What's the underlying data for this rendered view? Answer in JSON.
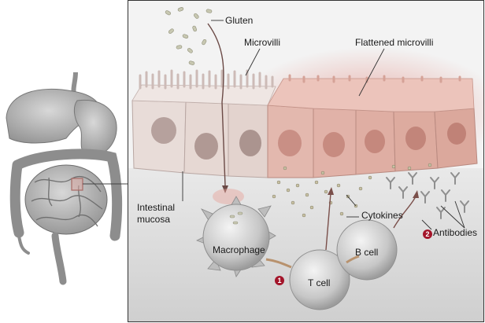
{
  "labels": {
    "gluten": "Gluten",
    "microvilli": "Microvilli",
    "flattened_microvilli": "Flattened microvilli",
    "intestinal_mucosa_line1": "Intestinal",
    "intestinal_mucosa_line2": "mucosa",
    "macrophage": "Macrophage",
    "t_cell": "T cell",
    "b_cell": "B cell",
    "cytokines": "Cytokines",
    "antibodies": "Antibodies"
  },
  "markers": {
    "marker_1": "1",
    "marker_2": "2"
  },
  "colors": {
    "organ_gray": "#9a9a9a",
    "healthy_cell": "#e8dcd8",
    "inflamed_cell": "#e3b8ae",
    "inflammation_glow": "#e6a19a",
    "marker_red": "#a3152a",
    "highlight_box": "#c98b86"
  },
  "icons": {
    "organ": "digestive-tract-illustration",
    "macrophage": "spiky-cell-icon",
    "lymphocyte": "round-cell-icon",
    "antibody": "y-shaped-antibody-icon"
  }
}
